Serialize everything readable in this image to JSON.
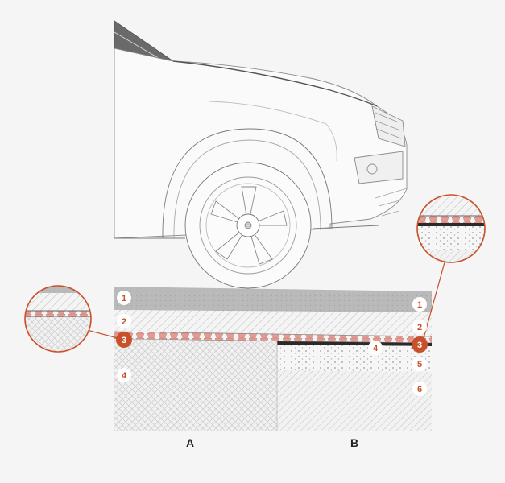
{
  "colors": {
    "background": "#f5f5f5",
    "accent": "#c8502a",
    "membrane": "#e59a92",
    "label_text": "#c8502a"
  },
  "layer_labels": {
    "a1": "1",
    "a2": "2",
    "a3": "3",
    "a4": "4",
    "b1": "1",
    "b2": "2",
    "b3": "3",
    "b4": "4",
    "b5": "5",
    "b6": "6"
  },
  "columns": {
    "a": "A",
    "b": "B"
  },
  "icons": [
    "car-front-illustration",
    "zoom-detail-circle"
  ]
}
